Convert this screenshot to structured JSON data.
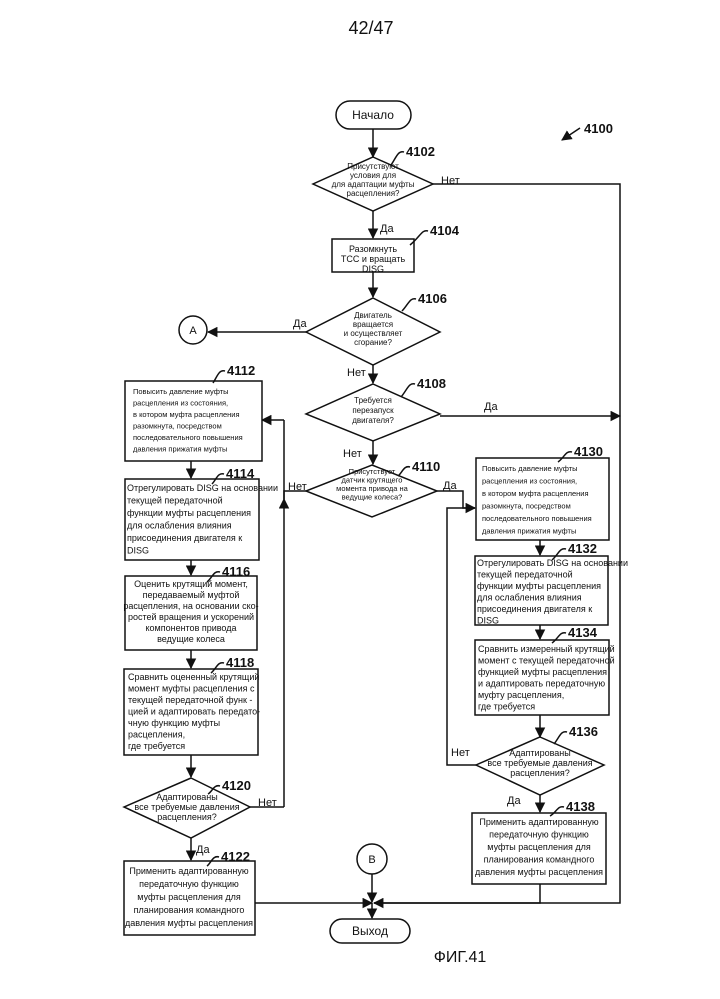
{
  "page": {
    "number": "42/47",
    "figure": "ФИГ.41",
    "diagram_ref": "4100"
  },
  "terminals": {
    "start": "Начало",
    "end": "Выход",
    "connector_a": "A",
    "connector_b": "B"
  },
  "labels": {
    "yes": "Да",
    "no": "Нет"
  },
  "decisions": {
    "d4102": {
      "ref": "4102",
      "lines": [
        "Присутствуют",
        "условия для",
        "для адаптации муфты",
        "расцепления?"
      ]
    },
    "d4106": {
      "ref": "4106",
      "lines": [
        "Двигатель",
        "вращается",
        "и осуществляет",
        "сгорание?"
      ]
    },
    "d4108": {
      "ref": "4108",
      "lines": [
        "Требуется",
        "перезапуск",
        "двигателя?"
      ]
    },
    "d4110": {
      "ref": "4110",
      "lines": [
        "Присутствует",
        "датчик крутящего",
        "момента     привода на",
        "ведущие колеса?"
      ]
    },
    "d4120": {
      "ref": "4120",
      "lines": [
        "Адаптированы",
        "все требуемые давления",
        "расцепления?"
      ]
    },
    "d4136": {
      "ref": "4136",
      "lines": [
        "Адаптированы",
        "все требуемые давления",
        "расцепления?"
      ]
    }
  },
  "processes": {
    "p4104": {
      "ref": "4104",
      "lines": [
        "Разомкнуть",
        "TCC и вращать",
        "DISG"
      ]
    },
    "p4112": {
      "ref": "4112",
      "lines": [
        "Повысить давление муфты",
        "расцепления из состояния,",
        "в котором муфта расцепления",
        "разомкнута, посредством",
        "последовательного повышения",
        "давления прижатия муфты"
      ]
    },
    "p4114": {
      "ref": "4114",
      "lines": [
        "Отрегулировать DISG на основании",
        "текущей передаточной",
        "функции муфты расцепления",
        "для ослабления влияния",
        "присоединения двигателя к",
        "DISG"
      ]
    },
    "p4116": {
      "ref": "4116",
      "lines": [
        "Оценить крутящий момент,",
        "передаваемый муфтой",
        "расцепления, на основании ско-",
        "ростей вращения и ускорений",
        "компонентов привода",
        "ведущие колеса"
      ]
    },
    "p4118": {
      "ref": "4118",
      "lines": [
        "Сравнить оцененный крутящий",
        "момент муфты расцепления с",
        "текущей передаточной функ -",
        "цией  и адаптировать передато-",
        "чную   функцию муфты",
        "расцепления,",
        "где требуется"
      ]
    },
    "p4122": {
      "ref": "4122",
      "lines": [
        "Применить адаптированную",
        "передаточную функцию",
        "муфты расцепления для",
        "планирования командного",
        "давления муфты расцепления"
      ]
    },
    "p4130": {
      "ref": "4130",
      "lines": [
        "Повысить давление муфты",
        "расцепления из состояния,",
        "в котором муфта расцепления",
        "разомкнута, посредством",
        "последовательного повышения",
        "давления прижатия муфты"
      ]
    },
    "p4132": {
      "ref": "4132",
      "lines": [
        "Отрегулировать DISG на основании",
        "текущей передаточной",
        "функции муфты расцепления",
        "для ослабления влияния",
        "присоединения двигателя к",
        "DISG"
      ]
    },
    "p4134": {
      "ref": "4134",
      "lines": [
        "Сравнить измеренный крутящий",
        "момент с текущей передаточной",
        "функцией муфты расцепления",
        "и адаптировать передаточную",
        "муфту расцепления,",
        "где требуется"
      ]
    },
    "p4138": {
      "ref": "4138",
      "lines": [
        "Применить адаптированную",
        "передаточную функцию",
        "муфты расцепления для",
        "планирования командного",
        "давления муфты расцепления"
      ]
    }
  }
}
